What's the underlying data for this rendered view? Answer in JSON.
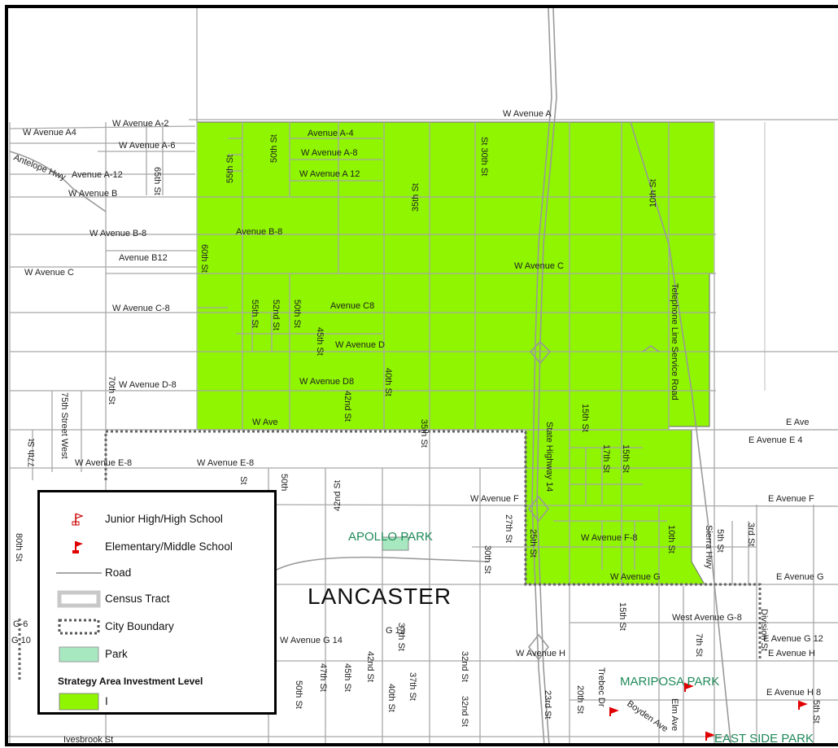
{
  "map": {
    "city_label": "LANCASTER",
    "parks": [
      "APOLLO PARK",
      "MARIPOSA PARK",
      "EAST SIDE PARK"
    ],
    "colors": {
      "strategy_area": "#8ff500",
      "road": "#a8a8a8",
      "census_tract": "#c8c8c8",
      "city_boundary": "#555555",
      "park": "#a8e8c0",
      "school": "#e00000"
    },
    "street_labels": {
      "w_avenue_a": "W Avenue A",
      "w_avenue_a2": "W Avenue A-2",
      "w_avenue_a4": "W Avenue A4",
      "w_avenue_a6": "W Avenue A-6",
      "avenue_a4": "Avenue A-4",
      "w_avenue_a8": "W Avenue A-8",
      "w_avenue_a12": "W Avenue A 12",
      "avenue_a12": "Avenue A-12",
      "antelope_hwy": "Antelope Hwy",
      "w_avenue_b": "W Avenue B",
      "w_avenue_b8": "W Avenue B-8",
      "avenue_b8": "Avenue B-8",
      "avenue_b12": "Avenue B12",
      "w_avenue_c": "W Avenue C",
      "w_avenue_c_2": "W Avenue C",
      "w_avenue_c8": "W Avenue C-8",
      "avenue_c8": "Avenue C8",
      "w_avenue_d": "W Avenue D",
      "w_avenue_d8_left": "W Avenue D-8",
      "w_avenue_d8": "W Avenue D8",
      "w_ave": "W Ave",
      "e_ave": "E Ave",
      "e_avenue_e4": "E Avenue E 4",
      "w_avenue_e8_left": "W Avenue E-8",
      "w_avenue_e8": "W Avenue E-8",
      "w_avenue_f": "W Avenue F",
      "e_avenue_f": "E Avenue F",
      "w_avenue_f8": "W Avenue F-8",
      "w_avenue_g": "W Avenue G",
      "e_avenue_g": "E Avenue G",
      "west_avenue_g8": "West Avenue G-8",
      "e_avenue_g12": "E Avenue G 12",
      "w_avenue_g14": "W Avenue G 14",
      "g12": "G 12",
      "g6": "G-6",
      "g10": "G 10",
      "w_avenue_h": "W Avenue H",
      "e_avenue_h": "E Avenue H",
      "e_avenue_h8": "E Avenue H 8",
      "ivesbrook_st": "Ivesbrook St",
      "st_65th": "65th St",
      "st_55th": "55th St",
      "st_50th": "50th St",
      "st_35th": "35th St",
      "st_30th": "St 30th St",
      "st_10th": "10th St",
      "st_60th": "60th St",
      "st_55th_b": "55th St",
      "st_52nd": "52nd St",
      "st_50th_b": "50th St",
      "st_45th": "45th St",
      "telephone_line": "Telephone Line Service Road",
      "st_70th": "70th St",
      "st_75th_west": "75th Street West",
      "st_77th": "77th St",
      "st_40th": "40th St",
      "st_42nd": "42nd St",
      "st_35th_b": "35th St",
      "state_highway_14": "State Highway 14",
      "st_15th": "15th St",
      "st_17th": "17th St",
      "st_15th_b": "15th St",
      "st_20th_x": "St",
      "st_50th_c": "50th",
      "st_42nd_b": "42nd St",
      "st_27th": "27th St",
      "st_25th": "25th St",
      "st_30th_b": "30th St",
      "st_10th_b": "10th St",
      "sierra_hwy": "Sierra Hwy",
      "st_5th": "5th St",
      "st_3rd": "3rd St",
      "st_80th": "80th St",
      "st_15th_c": "15th St",
      "st_7th": "7th St",
      "division_st": "Division St",
      "st_37th": "37th St",
      "st_42nd_c": "42nd St",
      "st_47th": "47th St",
      "st_45th_b": "45th St",
      "st_50th_d": "50th St",
      "st_37th_b": "37th St",
      "st_40th_b": "40th St",
      "st_32nd": "32nd St",
      "st_32nd_b": "32nd St",
      "st_23rd": "23rd St",
      "st_20th": "20th St",
      "trebec_dr": "Trebec Dr",
      "boyden_ave": "Boyden Ave",
      "elm_ave": "Elm Ave",
      "st_5th_b": "5th St",
      "st_30th_c": "30th"
    }
  },
  "legend": {
    "items": [
      {
        "label": "Junior High/High School",
        "icon": "flag-outline-icon"
      },
      {
        "label": "Elementary/Middle School",
        "icon": "flag-filled-icon"
      },
      {
        "label": "Road",
        "icon": "road-line-icon"
      },
      {
        "label": "Census Tract",
        "icon": "census-tract-icon"
      },
      {
        "label": "City Boundary",
        "icon": "city-boundary-icon"
      },
      {
        "label": "Park",
        "icon": "park-swatch-icon"
      }
    ],
    "title": "Strategy Area Investment Level",
    "levels": [
      {
        "label": "I",
        "color": "#8ff500"
      }
    ]
  }
}
